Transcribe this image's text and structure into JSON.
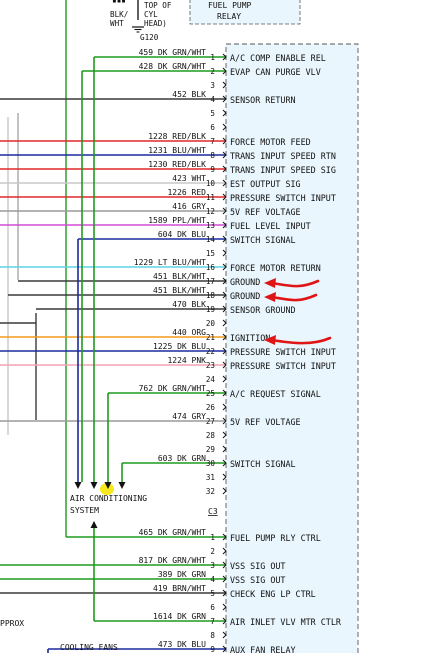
{
  "header": {
    "g_label": "G120",
    "wire_top_code": "BLK/\nWHT",
    "cyl_head_note": [
      "TOP OF",
      "CYL",
      "HEAD)"
    ],
    "relay_box_title": [
      "FUEL PUMP",
      "RELAY"
    ]
  },
  "connector": {
    "name": "C3",
    "pins": [
      {
        "pin": "1",
        "circuit": "459",
        "color": "DK GRN/WHT",
        "function": "A/C COMP ENABLE REL"
      },
      {
        "pin": "2",
        "circuit": "428",
        "color": "DK GRN/WHT",
        "function": "EVAP CAN PURGE VLV"
      },
      {
        "pin": "3",
        "circuit": "",
        "color": "",
        "function": ""
      },
      {
        "pin": "4",
        "circuit": "452",
        "color": "BLK",
        "function": "SENSOR RETURN"
      },
      {
        "pin": "5",
        "circuit": "",
        "color": "",
        "function": ""
      },
      {
        "pin": "6",
        "circuit": "",
        "color": "",
        "function": ""
      },
      {
        "pin": "7",
        "circuit": "1228",
        "color": "RED/BLK",
        "function": "FORCE MOTOR FEED"
      },
      {
        "pin": "8",
        "circuit": "1231",
        "color": "BLU/WHT",
        "function": "TRANS INPUT SPEED RTN"
      },
      {
        "pin": "9",
        "circuit": "1230",
        "color": "RED/BLK",
        "function": "TRANS INPUT SPEED SIG"
      },
      {
        "pin": "10",
        "circuit": "423",
        "color": "WHT",
        "function": "EST OUTPUT SIG"
      },
      {
        "pin": "11",
        "circuit": "1226",
        "color": "RED",
        "function": "PRESSURE SWITCH INPUT"
      },
      {
        "pin": "12",
        "circuit": "416",
        "color": "GRY",
        "function": "5V REF VOLTAGE"
      },
      {
        "pin": "13",
        "circuit": "1589",
        "color": "PPL/WHT",
        "function": "FUEL LEVEL INPUT"
      },
      {
        "pin": "14",
        "circuit": "604",
        "color": "DK BLU",
        "function": "SWITCH SIGNAL"
      },
      {
        "pin": "15",
        "circuit": "",
        "color": "",
        "function": ""
      },
      {
        "pin": "16",
        "circuit": "1229",
        "color": "LT BLU/WHT",
        "function": "FORCE MOTOR RETURN"
      },
      {
        "pin": "17",
        "circuit": "451",
        "color": "BLK/WHT",
        "function": "GROUND"
      },
      {
        "pin": "18",
        "circuit": "451",
        "color": "BLK/WHT",
        "function": "GROUND"
      },
      {
        "pin": "19",
        "circuit": "470",
        "color": "BLK",
        "function": "SENSOR GROUND"
      },
      {
        "pin": "20",
        "circuit": "",
        "color": "",
        "function": ""
      },
      {
        "pin": "21",
        "circuit": "440",
        "color": "ORG",
        "function": "IGNITION"
      },
      {
        "pin": "22",
        "circuit": "1225",
        "color": "DK BLU",
        "function": "PRESSURE SWITCH INPUT"
      },
      {
        "pin": "23",
        "circuit": "1224",
        "color": "PNK",
        "function": "PRESSURE SWITCH INPUT"
      },
      {
        "pin": "24",
        "circuit": "",
        "color": "",
        "function": ""
      },
      {
        "pin": "25",
        "circuit": "762",
        "color": "DK GRN/WHT",
        "function": "A/C REQUEST SIGNAL"
      },
      {
        "pin": "26",
        "circuit": "",
        "color": "",
        "function": ""
      },
      {
        "pin": "27",
        "circuit": "474",
        "color": "GRY",
        "function": "5V REF VOLTAGE"
      },
      {
        "pin": "28",
        "circuit": "",
        "color": "",
        "function": ""
      },
      {
        "pin": "29",
        "circuit": "",
        "color": "",
        "function": ""
      },
      {
        "pin": "30",
        "circuit": "603",
        "color": "DK GRN",
        "function": "SWITCH SIGNAL"
      },
      {
        "pin": "31",
        "circuit": "",
        "color": "",
        "function": ""
      },
      {
        "pin": "32",
        "circuit": "",
        "color": "",
        "function": ""
      }
    ]
  },
  "connector2": {
    "pins": [
      {
        "pin": "1",
        "circuit": "465",
        "color": "DK GRN/WHT",
        "function": "FUEL PUMP RLY CTRL"
      },
      {
        "pin": "2",
        "circuit": "",
        "color": "",
        "function": ""
      },
      {
        "pin": "3",
        "circuit": "817",
        "color": "DK GRN/WHT",
        "function": "VSS SIG OUT"
      },
      {
        "pin": "4",
        "circuit": "389",
        "color": "DK GRN",
        "function": "VSS SIG OUT"
      },
      {
        "pin": "5",
        "circuit": "419",
        "color": "BRN/WHT",
        "function": "CHECK ENG LP CTRL"
      },
      {
        "pin": "6",
        "circuit": "",
        "color": "",
        "function": ""
      },
      {
        "pin": "7",
        "circuit": "1614",
        "color": "DK GRN",
        "function": "AIR INLET VLV MTR CTLR"
      },
      {
        "pin": "8",
        "circuit": "",
        "color": "",
        "function": ""
      },
      {
        "pin": "9",
        "circuit": "473",
        "color": "DK BLU",
        "function": "AUX FAN RELAY"
      }
    ]
  },
  "labels": {
    "ac_system": [
      "AIR CONDITIONING",
      "SYSTEM"
    ],
    "cooling_fans": "COOLING FANS",
    "approx": "PPROX"
  },
  "colors": {
    "dk_grn": "#1f9a1f",
    "dk_blu": "#1b2a9e",
    "blk": "#3a3a3a",
    "red": "#e02828",
    "wht": "#c8c8c8",
    "gry": "#9a9a9a",
    "ppl": "#d04bd6",
    "lt_blu": "#5fd3e6",
    "org": "#f39a1e",
    "pnk": "#f4a3b3",
    "arrow": "#e01515",
    "module_fill": "#e9f6fd",
    "highlight": "#f7e81c"
  }
}
